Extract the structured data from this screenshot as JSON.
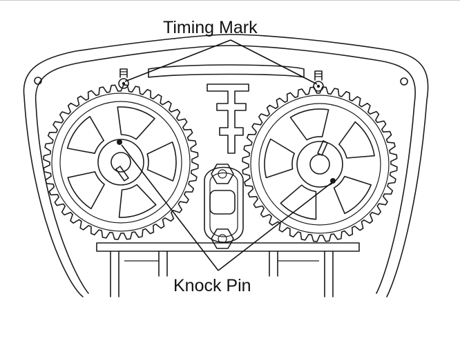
{
  "labels": {
    "timing_mark": "Timing Mark",
    "knock_pin": "Knock Pin"
  },
  "colors": {
    "line": "#1a1a1a",
    "background": "#ffffff"
  },
  "gears": {
    "tooth_count": 40
  }
}
